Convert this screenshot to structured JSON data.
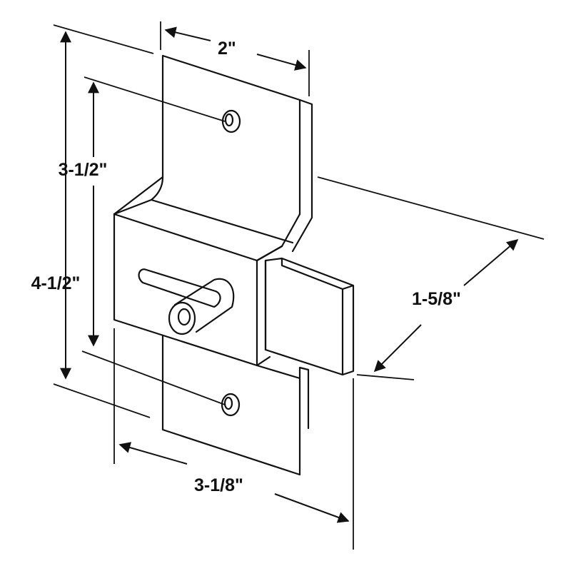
{
  "dimensions": {
    "width_top": "2\"",
    "hole_spacing": "3-1/2\"",
    "overall_height": "4-1/2\"",
    "depth": "1-5/8\"",
    "bottom_width": "3-1/8\""
  },
  "colors": {
    "line": "#111111",
    "background": "#ffffff"
  }
}
